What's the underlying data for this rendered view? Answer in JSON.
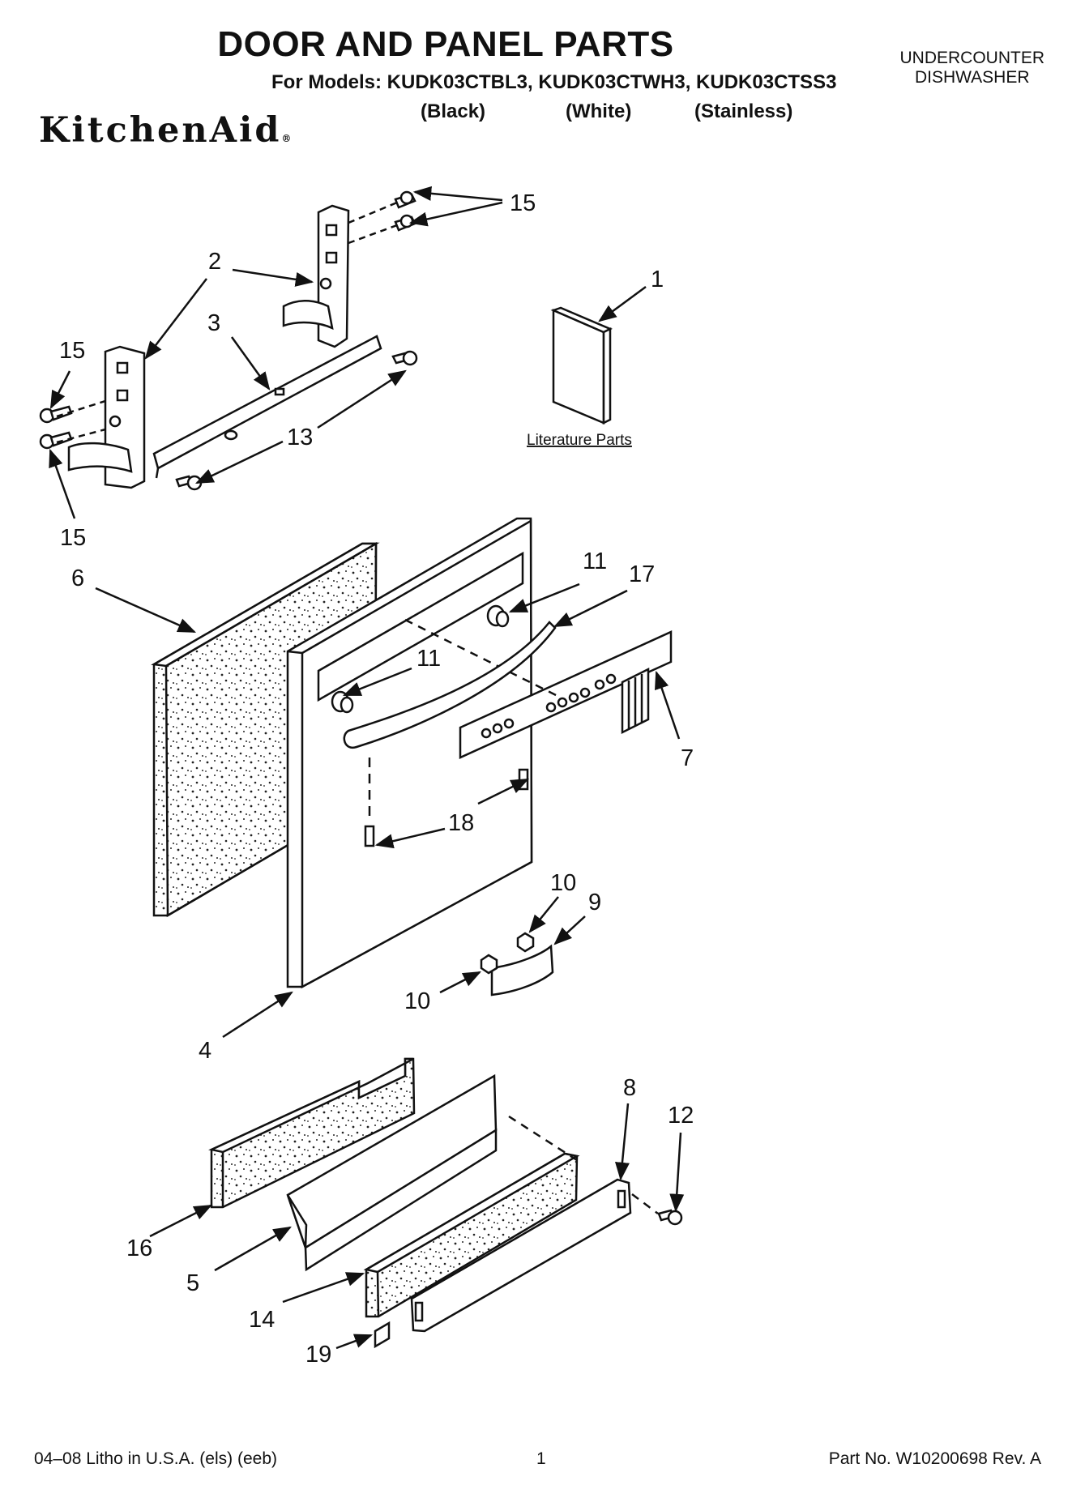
{
  "header": {
    "title": "DOOR AND PANEL PARTS",
    "models_line": "For Models: KUDK03CTBL3, KUDK03CTWH3, KUDK03CTSS3",
    "variant_black": "(Black)",
    "variant_white": "(White)",
    "variant_stainless": "(Stainless)",
    "category_line1": "UNDERCOUNTER",
    "category_line2": "DISHWASHER",
    "brand": "KitchenAid"
  },
  "callouts": {
    "c1": "1",
    "c2": "2",
    "c3": "3",
    "c4": "4",
    "c5": "5",
    "c6": "6",
    "c7": "7",
    "c8": "8",
    "c9": "9",
    "c10": "10",
    "c11": "11",
    "c12": "12",
    "c13": "13",
    "c14": "14",
    "c15": "15",
    "c16": "16",
    "c17": "17",
    "c18": "18",
    "c19": "19"
  },
  "literature_label": "Literature Parts",
  "footer": {
    "print_info": "04–08 Litho in U.S.A. (els) (eeb)",
    "page_number": "1",
    "part_number": "Part No. W10200698 Rev. A"
  }
}
